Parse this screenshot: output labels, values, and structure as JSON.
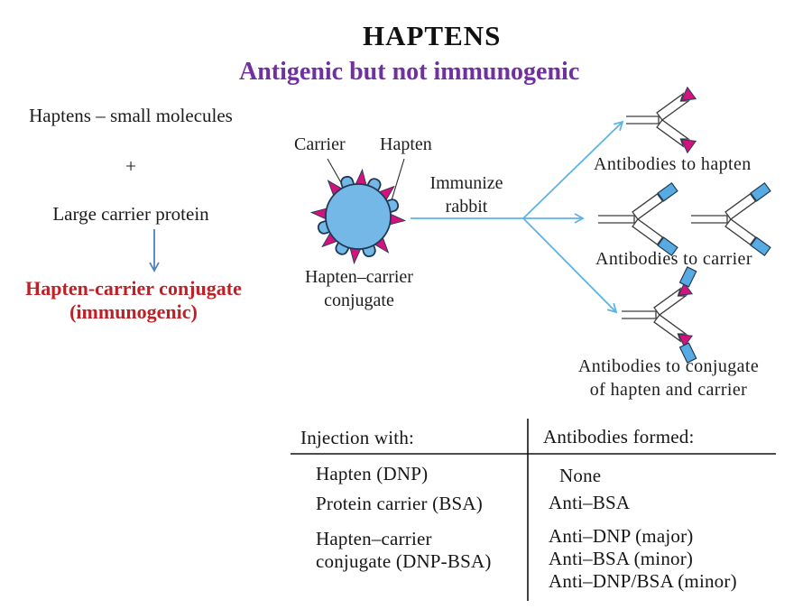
{
  "colors": {
    "accent_purple": "#7030a0",
    "accent_red": "#bf2026",
    "hapten_magenta": "#d4127e",
    "carrier_blue": "#58abe2",
    "blob_blue": "#74b8e8",
    "outline_navy": "#203a55",
    "arrow_light_blue": "#5db3e6",
    "arrow_steel_blue": "#4f81bd"
  },
  "title": "HAPTENS",
  "subtitle": "Antigenic but not immunogenic",
  "left_panel": {
    "haptens_line": "Haptens – small molecules",
    "plus_sign": "+",
    "carrier_line": "Large carrier protein",
    "conjugate_line1": "Hapten-carrier conjugate",
    "conjugate_line2": "(immunogenic)"
  },
  "diagram": {
    "carrier_label": "Carrier",
    "hapten_label": "Hapten",
    "immunize_line1": "Immunize",
    "immunize_line2": "rabbit",
    "blob_caption_line1": "Hapten–carrier",
    "blob_caption_line2": "conjugate",
    "antibody_hapten_label": "Antibodies to hapten",
    "antibody_carrier_label": "Antibodies to carrier",
    "antibody_conjugate_label_line1": "Antibodies to conjugate",
    "antibody_conjugate_label_line2": "of hapten and carrier"
  },
  "table": {
    "injection_header": "Injection with:",
    "antibodies_header": "Antibodies formed:",
    "rows": [
      {
        "injection": [
          "Hapten (DNP)"
        ],
        "antibodies": [
          "None"
        ]
      },
      {
        "injection": [
          "Protein carrier (BSA)"
        ],
        "antibodies": [
          "Anti–BSA"
        ]
      },
      {
        "injection": [
          "Hapten–carrier",
          "conjugate (DNP-BSA)"
        ],
        "antibodies": [
          "Anti–DNP (major)",
          "Anti–BSA (minor)",
          "Anti–DNP/BSA (minor)"
        ]
      }
    ]
  }
}
